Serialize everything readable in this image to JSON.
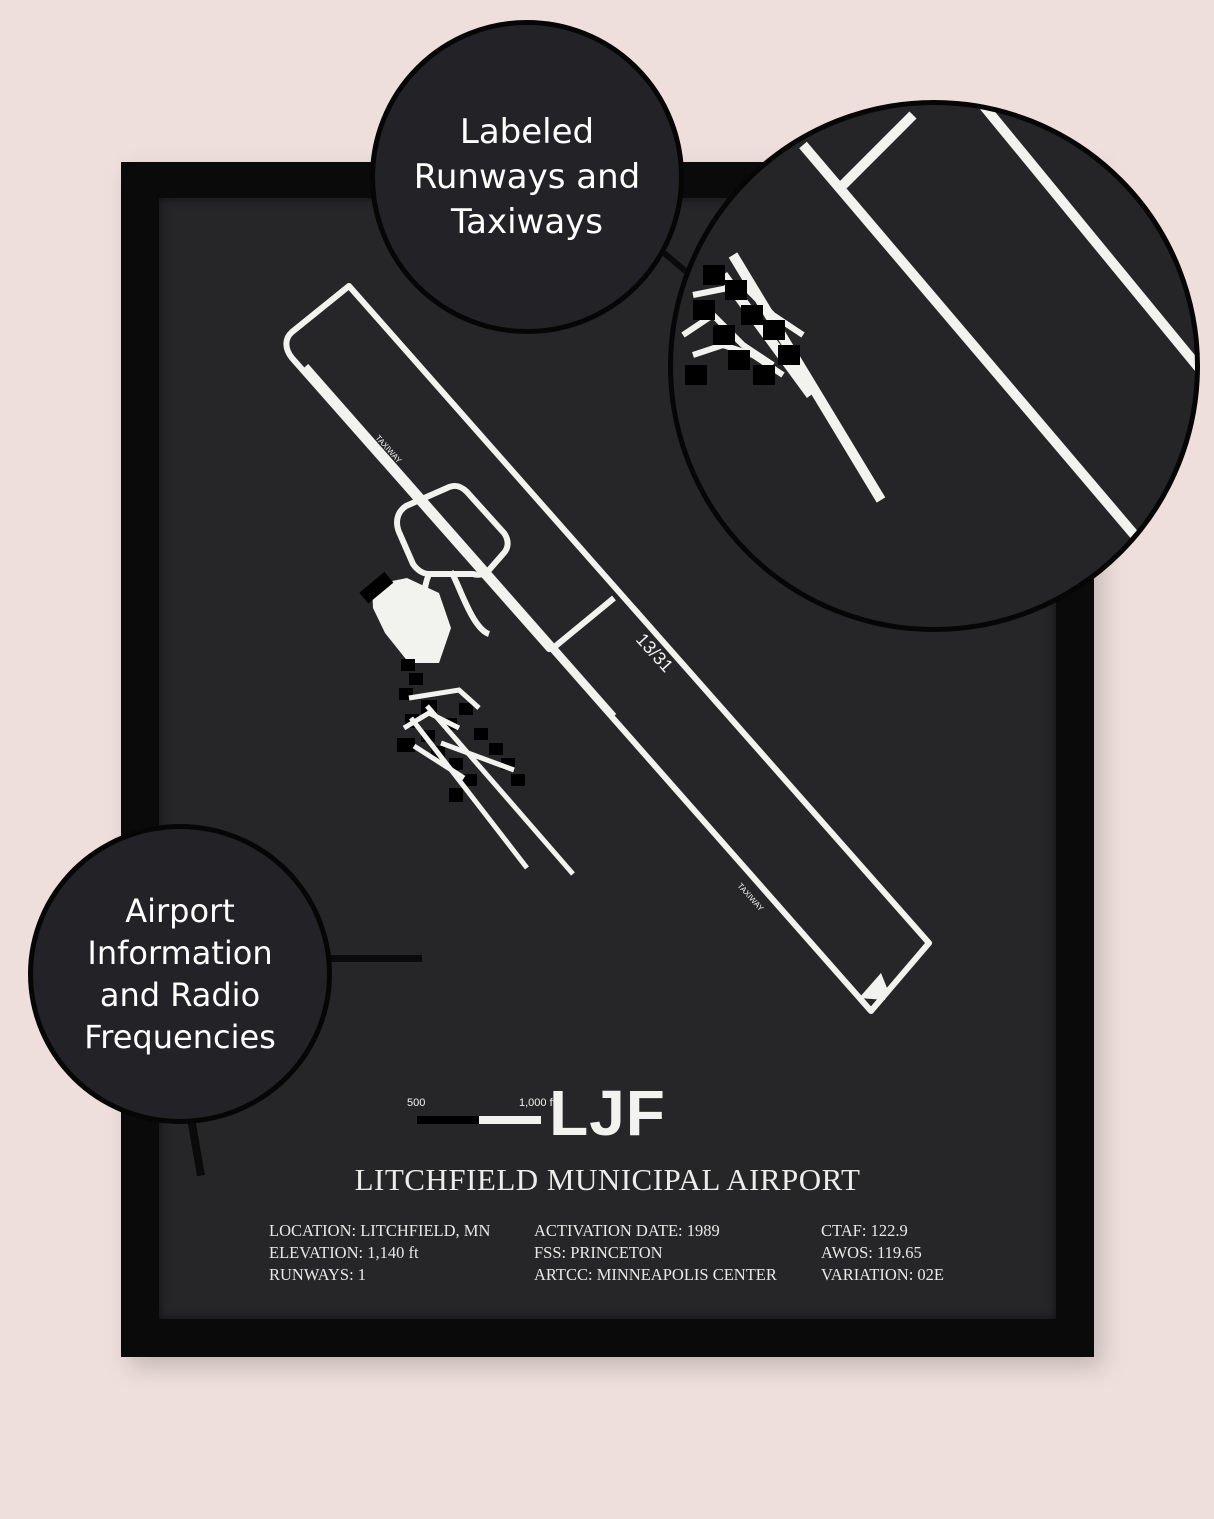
{
  "callouts": {
    "runways_label": "Labeled Runways and Taxiways",
    "info_label": "Airport Information and Radio Frequencies"
  },
  "map": {
    "runway_label": "13/31",
    "taxiway_label_1": "TAXIWAY",
    "taxiway_label_2": "TAXIWAY",
    "scale_mid": "500",
    "scale_end": "1,000 ft"
  },
  "airport": {
    "code": "LJF",
    "name": "LITCHFIELD MUNICIPAL AIRPORT"
  },
  "info": {
    "col1": [
      "LOCATION: LITCHFIELD, MN",
      "ELEVATION: 1,140 ft",
      "RUNWAYS: 1"
    ],
    "col2": [
      "ACTIVATION DATE: 1989",
      "FSS: PRINCETON",
      "ARTCC: MINNEAPOLIS CENTER"
    ],
    "col3": [
      "CTAF: 122.9",
      "AWOS: 119.65",
      "VARIATION: 02E"
    ]
  },
  "colors": {
    "wall": "#eedfdc",
    "frame": "#0a0a0a",
    "poster": "#262628",
    "ink": "#f2f2ef"
  }
}
